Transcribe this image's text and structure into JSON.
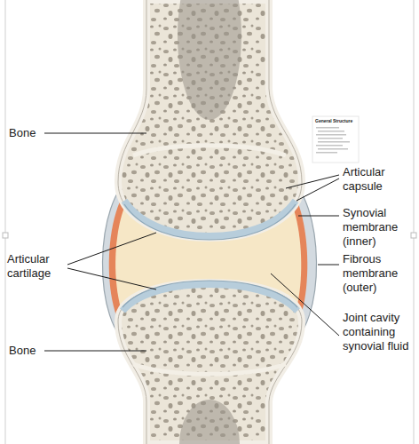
{
  "diagram": {
    "labels": [
      "Bone",
      "Articular capsule",
      "General Structure",
      "Synovial membrane (inner)",
      "Articular cartilage",
      "Fibrous membrane (outer)",
      "Joint cavity containing synovial fluid",
      "Bone"
    ]
  }
}
